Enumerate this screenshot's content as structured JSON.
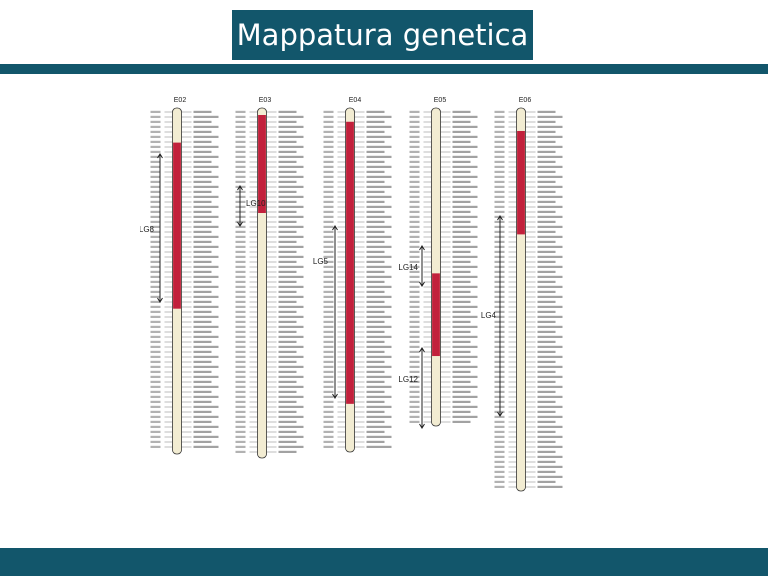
{
  "slide": {
    "title": "Mappatura genetica",
    "colors": {
      "bar": "#12566b",
      "title_text": "#ffffff",
      "qtl_fill": "#c2203c",
      "chrom_fill": "#f2ecd2",
      "chrom_outline": "#333333"
    }
  },
  "figure": {
    "chromosomes": [
      {
        "id": "E02",
        "qtl_start": 0.1,
        "qtl_end": 0.58
      },
      {
        "id": "E03",
        "qtl_start": 0.02,
        "qtl_end": 0.3
      },
      {
        "id": "E04",
        "qtl_start": 0.04,
        "qtl_end": 0.86
      },
      {
        "id": "E05",
        "qtl_start": 0.52,
        "qtl_end": 0.78
      },
      {
        "id": "E06",
        "qtl_start": 0.06,
        "qtl_end": 0.33
      }
    ],
    "qtl_labels": [
      "LG8",
      "LG10",
      "LG5",
      "LG14",
      "LG12",
      "LG4"
    ]
  }
}
